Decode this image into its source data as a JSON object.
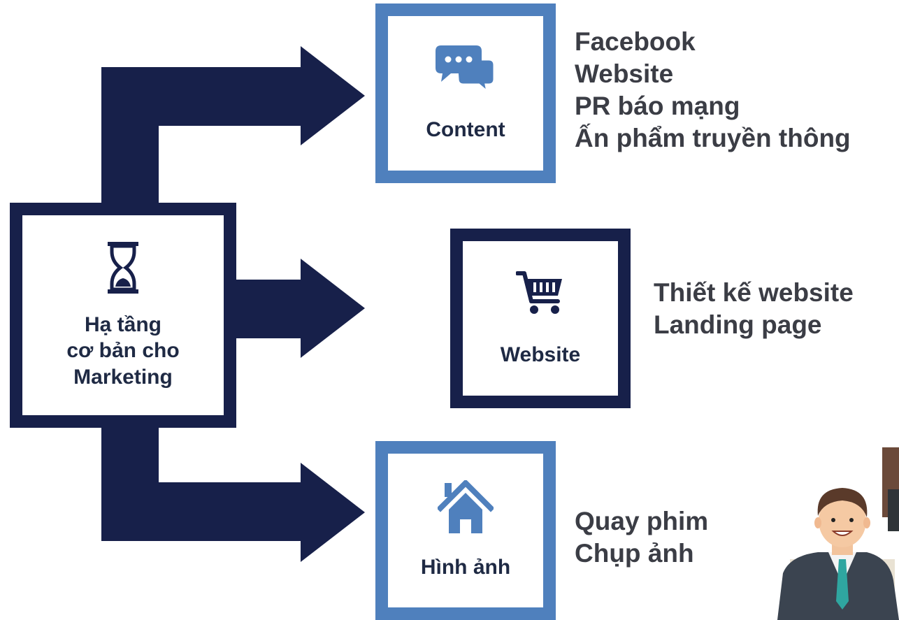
{
  "hub": {
    "label_lines": [
      "Hạ tầng",
      "cơ bản cho",
      "Marketing"
    ],
    "icon": "hourglass-icon"
  },
  "branches": [
    {
      "label": "Content",
      "icon": "chat-bubbles-icon",
      "items": [
        "Facebook",
        "Website",
        "PR báo mạng",
        "Ấn phẩm truyền thông"
      ]
    },
    {
      "label": "Website",
      "icon": "shopping-cart-icon",
      "items": [
        "Thiết kế website",
        "Landing page"
      ]
    },
    {
      "label": "Hình ảnh",
      "icon": "home-icon",
      "items": [
        "Quay phim",
        "Chụp ảnh"
      ]
    }
  ],
  "colors": {
    "navy": "#17204a",
    "blue": "#4f80bd",
    "icon_blue": "#4f80bd",
    "text": "#3b3d45"
  }
}
